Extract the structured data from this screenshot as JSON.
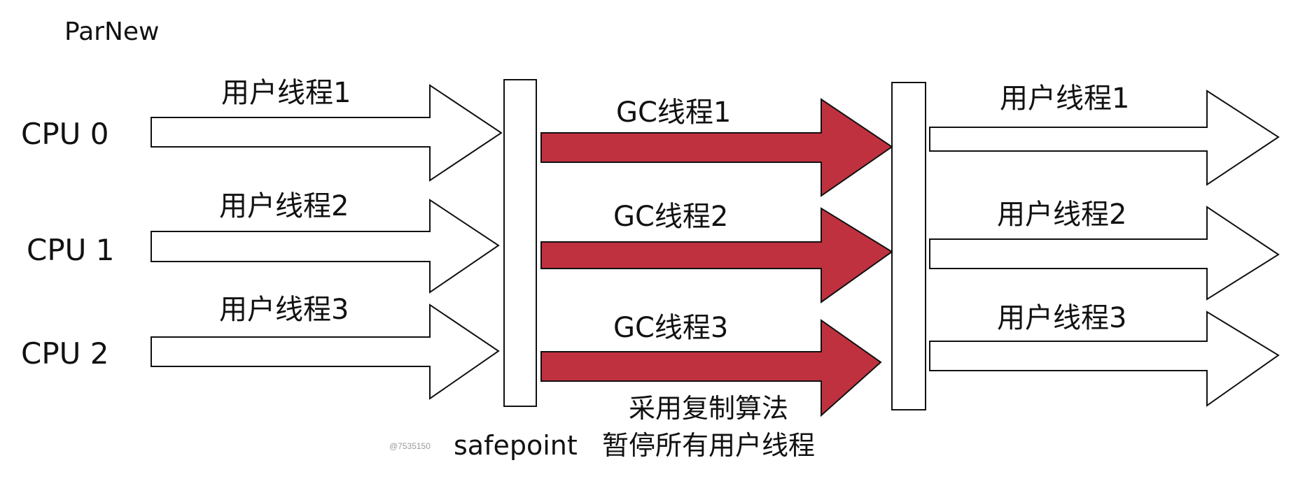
{
  "title": "ParNew",
  "cpus": [
    "CPU 0",
    "CPU 1",
    "CPU 2"
  ],
  "user_threads_before": [
    "用户线程1",
    "用户线程2",
    "用户线程3"
  ],
  "gc_threads": [
    "GC线程1",
    "GC线程2",
    "GC线程3"
  ],
  "user_threads_after": [
    "用户线程1",
    "用户线程2",
    "用户线程3"
  ],
  "annotations": {
    "algorithm": "采用复制算法",
    "safepoint": "safepoint",
    "pause": "暂停所有用户线程"
  },
  "watermark": "@7535150",
  "colors": {
    "gc_fill": "#C0313F",
    "stroke": "#111111",
    "background": "#FFFFFF"
  }
}
